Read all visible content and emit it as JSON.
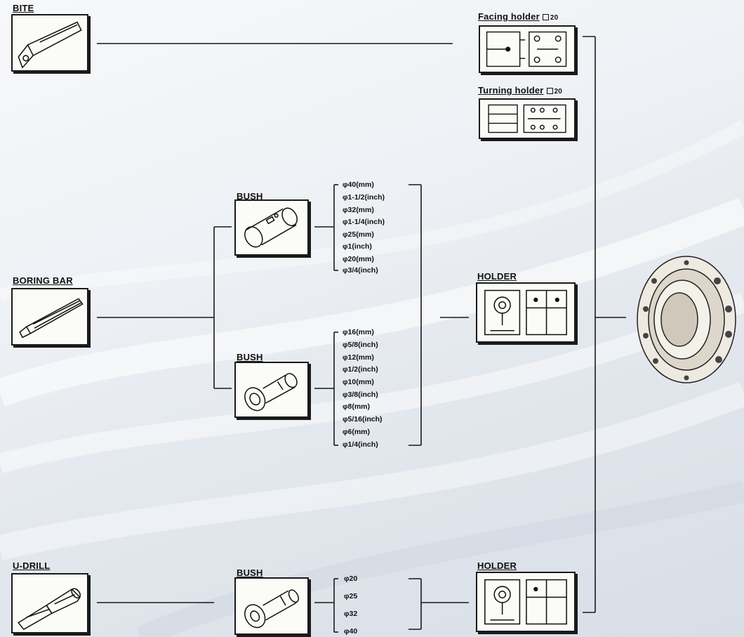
{
  "tools": {
    "bite": "BITE",
    "boring_bar": "BORING BAR",
    "u_drill": "U-DRILL"
  },
  "holders": {
    "facing": {
      "label": "Facing holder",
      "size": "20"
    },
    "turning": {
      "label": "Turning holder",
      "size": "20"
    },
    "holder_1": "HOLDER",
    "holder_2": "HOLDER"
  },
  "bushes": {
    "bush_1": "BUSH",
    "bush_2": "BUSH",
    "bush_3": "BUSH"
  },
  "dimensions": {
    "bush_1": [
      "φ40(mm)",
      "φ1-1/2(inch)",
      "φ32(mm)",
      "φ1-1/4(inch)",
      "φ25(mm)",
      "φ1(inch)",
      "φ20(mm)",
      "φ3/4(inch)"
    ],
    "bush_2": [
      "φ16(mm)",
      "φ5/8(inch)",
      "φ12(mm)",
      "φ1/2(inch)",
      "φ10(mm)",
      "φ3/8(inch)",
      "φ8(mm)",
      "φ5/16(inch)",
      "φ6(mm)",
      "φ1/4(inch)"
    ],
    "bush_3": [
      "φ20",
      "φ25",
      "φ32",
      "φ40"
    ]
  },
  "colors": {
    "line": "#1a1a1a",
    "box_fill": "#fbfbf8",
    "background": "#e8ecf1"
  },
  "icons": [
    "bite-tool-icon",
    "boring-bar-icon",
    "u-drill-icon",
    "bush-icon",
    "facing-holder-icon",
    "turning-holder-icon",
    "holder-icon",
    "turret-icon"
  ]
}
